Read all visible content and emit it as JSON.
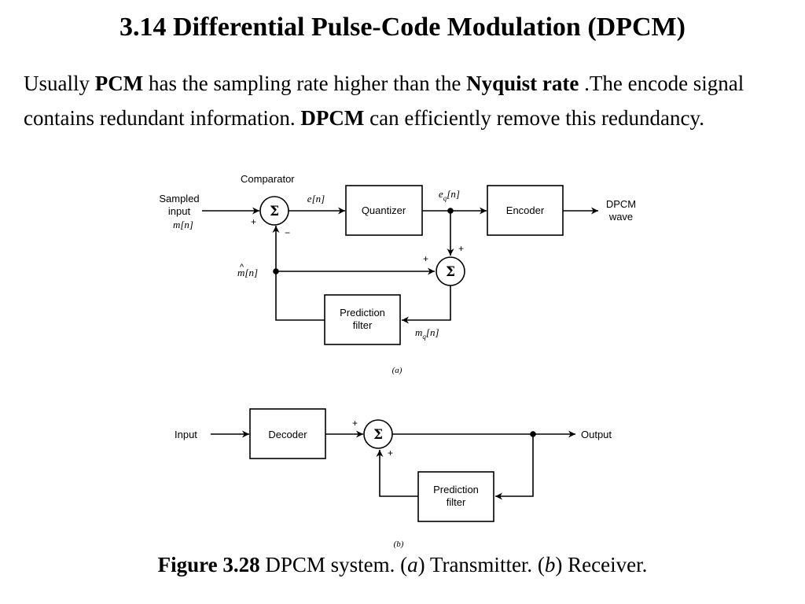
{
  "title": "3.14 Differential Pulse-Code Modulation (DPCM)",
  "paragraph": {
    "t1": "Usually ",
    "b1": "PCM",
    "t2": " has the sampling rate higher than the ",
    "b2": "Nyquist rate",
    "t3": " .The encode signal contains redundant information. ",
    "b3": "DPCM",
    "t4": " can efficiently remove this redundancy."
  },
  "transmitter": {
    "comparator_label": "Comparator",
    "input_line1": "Sampled",
    "input_line2": "input",
    "input_var": "m[n]",
    "error_var": "e[n]",
    "quantizer": "Quantizer",
    "eq_var": "e",
    "eq_sub": "q",
    "eq_rest": "[n]",
    "encoder": "Encoder",
    "output_line1": "DPCM",
    "output_line2": "wave",
    "mhat_var": "m[n]",
    "mhat_accent": "^",
    "prediction_line1": "Prediction",
    "prediction_line2": "filter",
    "mq_var": "m",
    "mq_sub": "q",
    "mq_rest": "[n]",
    "sigma": "Σ",
    "plus": "+",
    "minus": "−",
    "sublabel": "(a)"
  },
  "receiver": {
    "input": "Input",
    "decoder": "Decoder",
    "output": "Output",
    "prediction_line1": "Prediction",
    "prediction_line2": "filter",
    "sigma": "Σ",
    "plus": "+",
    "sublabel": "(b)"
  },
  "caption": {
    "fig": "Figure 3.28",
    "t1": " DPCM system. (",
    "a": "a",
    "t2": ") Transmitter. (",
    "b": "b",
    "t3": ") Receiver."
  }
}
